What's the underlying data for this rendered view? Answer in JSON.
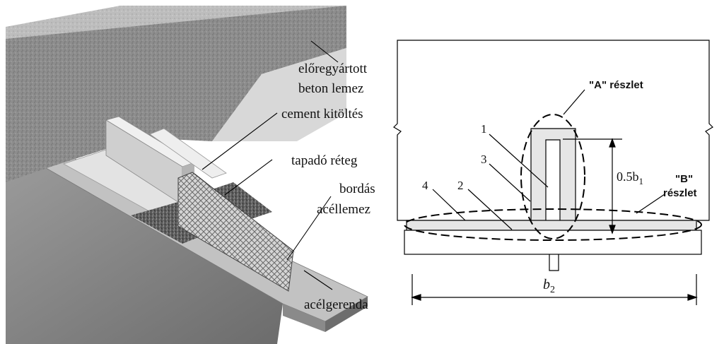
{
  "left_labels": {
    "precast_line1": "előregyártott",
    "precast_line2": "beton lemez",
    "cement_fill": "cement kitöltés",
    "adhesive_layer": "tapadó réteg",
    "ribbed_line1": "bordás",
    "ribbed_line2": "acéllemez",
    "steel_beam": "acélgerenda"
  },
  "right_labels": {
    "detail_a": "\"A\" részlet",
    "detail_b_line1": "\"B\"",
    "detail_b_line2": "részlet",
    "dim_half_b1": "0.5b",
    "dim_half_b1_sub": "1",
    "dim_b2": "b",
    "dim_b2_sub": "2",
    "num_1": "1",
    "num_2": "2",
    "num_3": "3",
    "num_4": "4"
  }
}
